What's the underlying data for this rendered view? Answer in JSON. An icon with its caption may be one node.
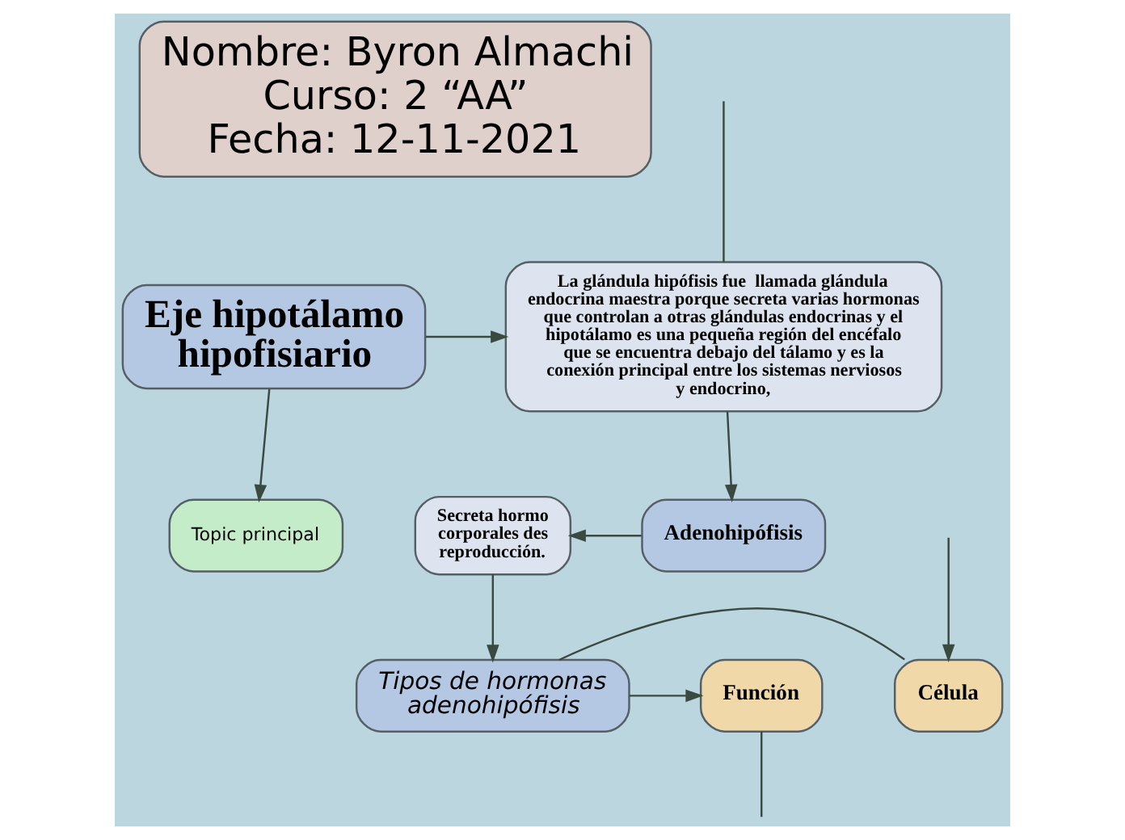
{
  "diagram": {
    "nodes": [
      {
        "text": [
          "Nombre: Byron Almachi",
          "Curso: 2 “AA”",
          "Fecha: 12-11-2021"
        ]
      },
      {
        "text": [
          "Eje hipotálamo hipofisiario"
        ]
      },
      {
        "text": [
          "La glándula hipófisis fue  llamada glándula endocrina maestra porque secreta varias hormonas que controlan a otras glándulas endocrinas y el hipotálamo es una pequeña región del encéfalo que se encuentra debajo del tálamo y es la conexión principal entre los sistemas nerviosos y endocrino,"
        ]
      },
      {
        "text": [
          "Topic principal"
        ]
      },
      {
        "text": [
          "Adenohipófisis"
        ]
      },
      {
        "text": [
          "Secreta hormo corporales des reproducción."
        ]
      },
      {
        "text": [
          "Célula"
        ]
      },
      {
        "text": [
          "Tipos de hormonas adenohipófisis"
        ]
      },
      {
        "text": [
          "Función"
        ]
      }
    ],
    "edges": [
      {
        "from": null,
        "to": 2,
        "arrow": "none"
      },
      {
        "from": 1,
        "to": 2,
        "arrow": "to"
      },
      {
        "from": 1,
        "to": 3,
        "arrow": "to"
      },
      {
        "from": 2,
        "to": 4,
        "arrow": "to"
      },
      {
        "from": 4,
        "to": 5,
        "arrow": "to"
      },
      {
        "from": 5,
        "to": 7,
        "arrow": "to"
      },
      {
        "from": 7,
        "to": 6,
        "arrow": "none"
      },
      {
        "from": null,
        "to": 6,
        "arrow": "to"
      },
      {
        "from": 7,
        "to": 8,
        "arrow": "to"
      },
      {
        "from": 8,
        "to": null,
        "arrow": "none"
      }
    ]
  }
}
